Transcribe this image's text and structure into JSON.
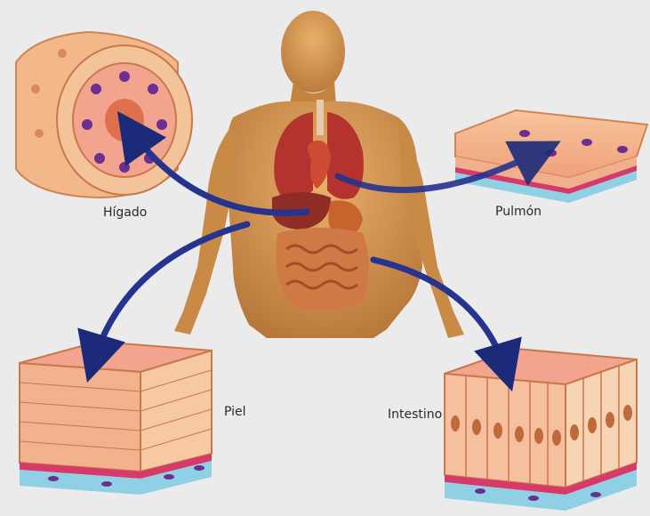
{
  "labels": {
    "liver": "Hígado",
    "lung": "Pulmón",
    "skin": "Piel",
    "intestine": "Intestino"
  },
  "colors": {
    "background": "#ebebeb",
    "skin_tone": "#d49a52",
    "arrow": "#26338f",
    "cell_fill": "#f3a98a",
    "nucleus": "#6b2f8f",
    "basement": "#d63a6a",
    "connective": "#8fd0e4"
  }
}
